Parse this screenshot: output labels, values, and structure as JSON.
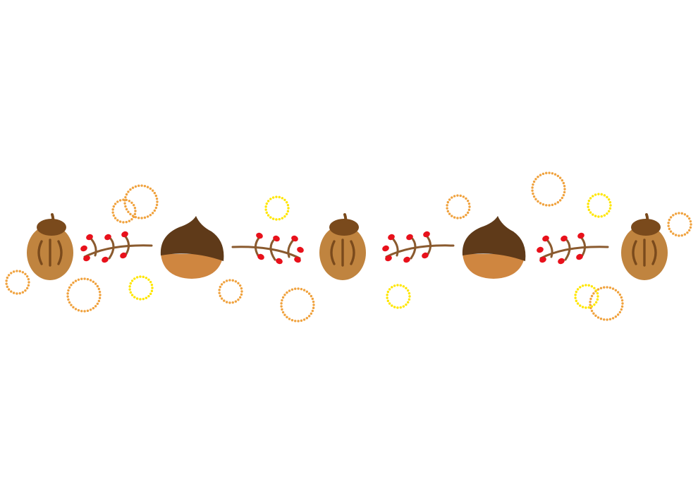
{
  "colors": {
    "background": "#ffffff",
    "acorn_body": "#c0843f",
    "acorn_cap": "#7a4a1c",
    "acorn_stripe": "#7a4a1c",
    "chestnut_top": "#5f3a19",
    "chestnut_bottom": "#cf8640",
    "branch": "#8a5a2e",
    "berry": "#e8111b",
    "ring_orange": "#f0a23e",
    "ring_yellow": "#ffe600"
  },
  "motifs": [
    {
      "kind": "acorn",
      "icon": "acorn-icon"
    },
    {
      "kind": "berry-branch",
      "icon": "berry-branch-icon"
    },
    {
      "kind": "chestnut",
      "icon": "chestnut-icon"
    },
    {
      "kind": "berry-branch",
      "icon": "berry-branch-icon"
    },
    {
      "kind": "acorn",
      "icon": "acorn-icon"
    },
    {
      "kind": "berry-branch",
      "icon": "berry-branch-icon"
    },
    {
      "kind": "chestnut",
      "icon": "chestnut-icon"
    },
    {
      "kind": "berry-branch",
      "icon": "berry-branch-icon"
    },
    {
      "kind": "acorn",
      "icon": "acorn-icon"
    }
  ],
  "rings": [
    {
      "color": "orange"
    },
    {
      "color": "orange"
    },
    {
      "color": "orange"
    },
    {
      "color": "yellow"
    },
    {
      "color": "orange"
    },
    {
      "color": "yellow"
    },
    {
      "color": "orange"
    },
    {
      "color": "orange"
    },
    {
      "color": "orange"
    },
    {
      "color": "yellow"
    },
    {
      "color": "orange"
    },
    {
      "color": "yellow"
    },
    {
      "color": "orange"
    },
    {
      "color": "yellow"
    },
    {
      "color": "orange"
    }
  ]
}
